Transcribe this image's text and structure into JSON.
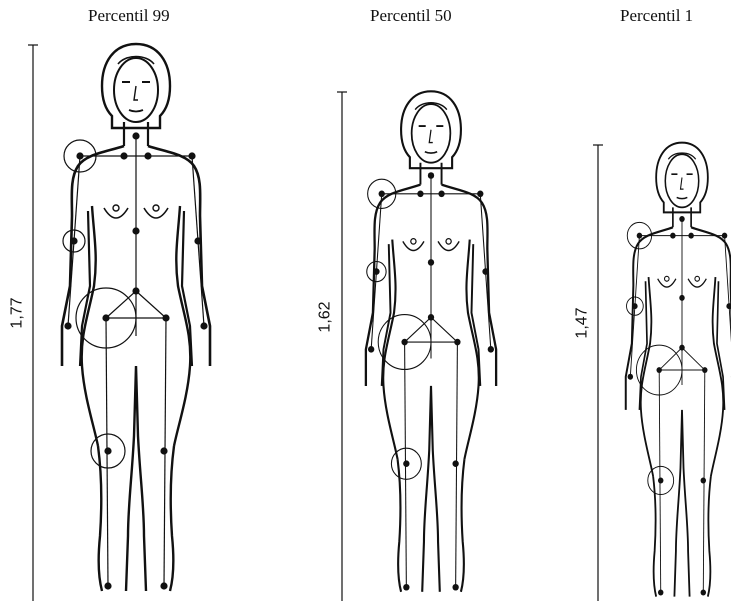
{
  "figures": [
    {
      "title": "Percentil 99",
      "height_label": "1,77"
    },
    {
      "title": "Percentil 50",
      "height_label": "1,62"
    },
    {
      "title": "Percentil 1",
      "height_label": "1,47"
    }
  ],
  "colors": {
    "line": "#111111",
    "background": "#ffffff"
  },
  "icons": [
    "female-body-outline",
    "joint-circle",
    "skeleton-link-line"
  ]
}
